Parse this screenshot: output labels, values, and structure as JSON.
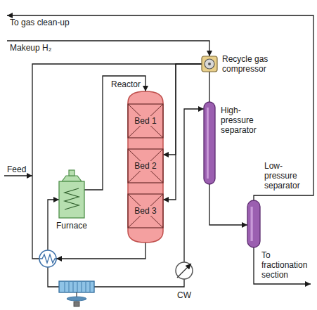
{
  "diagram": {
    "nodes": [
      {
        "text": [
          "Recycle gas compressor"
        ]
      },
      {
        "text": [
          "Reactor"
        ]
      },
      {
        "text": [
          "Bed 1"
        ],
        "in": 1
      },
      {
        "text": [
          "Bed 2"
        ],
        "in": 1
      },
      {
        "text": [
          "Bed 3"
        ],
        "in": 1
      },
      {
        "text": [
          "High-pressure separator"
        ]
      },
      {
        "text": [
          "Furnace"
        ]
      },
      {
        "text": [
          "Low-pressure separator"
        ]
      }
    ],
    "edges": [
      {
        "from": 6,
        "to": 1,
        "arrow": "to"
      },
      {
        "from": 0,
        "to": 3,
        "arrow": "to"
      },
      {
        "from": 0,
        "to": 4,
        "arrow": "to"
      },
      {
        "from": 0,
        "to": 6,
        "arrow": "to"
      },
      {
        "from": 1,
        "to": 5,
        "arrow": "to"
      },
      {
        "from": 5,
        "to": 0,
        "arrow": "none"
      },
      {
        "from": 5,
        "to": 7,
        "arrow": "to"
      }
    ],
    "labels": [
      "To gas clean-up",
      "Makeup H₂",
      "Feed",
      "To fractionation section",
      "CW"
    ]
  }
}
